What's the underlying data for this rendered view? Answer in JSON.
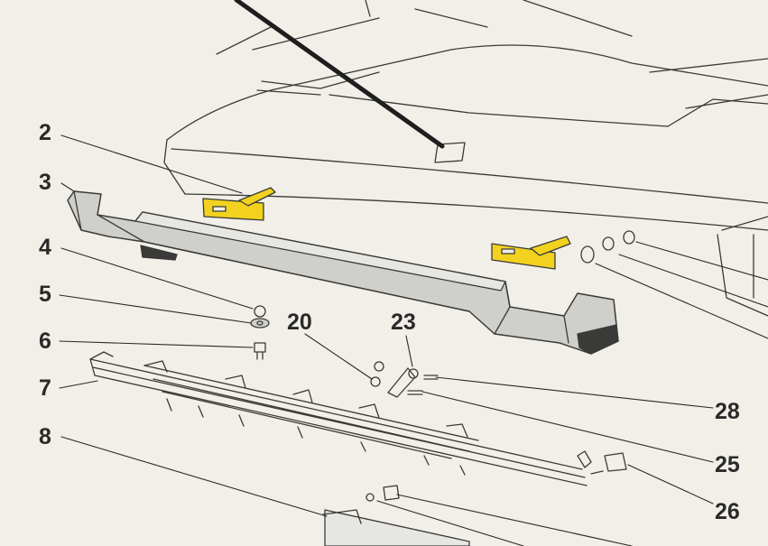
{
  "colors": {
    "paper": "#f1efe8",
    "ink": "#2a2a2a",
    "highlight": "#f2d21e",
    "bumper_fill": "#cfcfcb",
    "bumper_dark": "#3a3a38"
  },
  "callouts": {
    "c2": "2",
    "c3": "3",
    "c4": "4",
    "c5": "5",
    "c6": "6",
    "c7": "7",
    "c8": "8",
    "c20": "20",
    "c23": "23",
    "c25": "25",
    "c26": "26",
    "c28": "28"
  }
}
